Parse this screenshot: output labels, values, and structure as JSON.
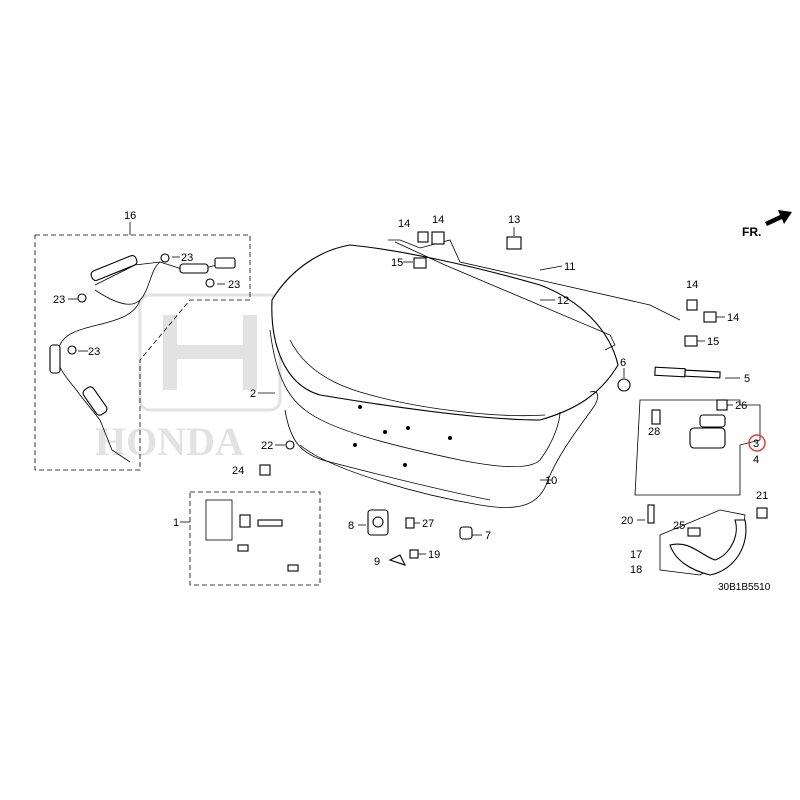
{
  "diagram": {
    "orientation_label": "FR.",
    "code": "30B1B5510",
    "watermark": "HONDA",
    "highlight_color": "#e53935",
    "callouts": {
      "c1": "1",
      "c2": "2",
      "c3": "3",
      "c4": "4",
      "c5": "5",
      "c6": "6",
      "c7": "7",
      "c8": "8",
      "c9": "9",
      "c10": "10",
      "c11": "11",
      "c12": "12",
      "c13": "13",
      "c14a": "14",
      "c14b": "14",
      "c14c": "14",
      "c14d": "14",
      "c15a": "15",
      "c15b": "15",
      "c16": "16",
      "c17": "17",
      "c18": "18",
      "c19": "19",
      "c20": "20",
      "c21": "21",
      "c22": "22",
      "c23a": "23",
      "c23b": "23",
      "c23c": "23",
      "c23d": "23",
      "c24": "24",
      "c25": "25",
      "c26": "26",
      "c27": "27",
      "c28": "28"
    }
  }
}
